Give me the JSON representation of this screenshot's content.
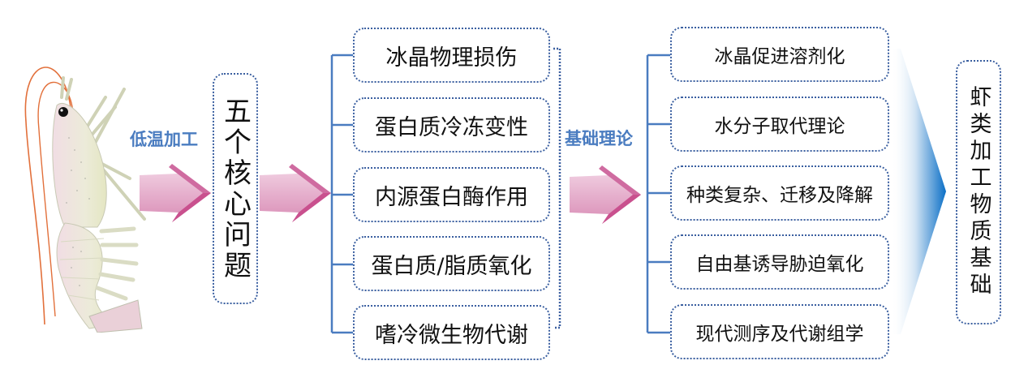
{
  "shrimp_illustration": {
    "subject": "shrimp"
  },
  "stage1": {
    "label": "低温加工"
  },
  "core_box": {
    "text": "五个核心问题"
  },
  "problems": [
    {
      "text": "冰晶物理损伤"
    },
    {
      "text": "蛋白质冷冻变性"
    },
    {
      "text": "内源蛋白酶作用"
    },
    {
      "text": "蛋白质/脂质氧化"
    },
    {
      "text": "嗜冷微生物代谢"
    }
  ],
  "stage2": {
    "label": "基础理论"
  },
  "theories": [
    {
      "text": "冰晶促进溶剂化"
    },
    {
      "text": "水分子取代理论"
    },
    {
      "text": "种类复杂、迁移及降解"
    },
    {
      "text": "自由基诱导胁迫氧化"
    },
    {
      "text": "现代测序及代谢组学"
    }
  ],
  "result_box": {
    "text": "虾类加工物质基础"
  },
  "colors": {
    "bracket_blue": "#4a7cc0",
    "dotted_border": "#3a5fa0",
    "arrow_pink_light": "#f2d3e3",
    "arrow_pink_dark": "#c9508e",
    "chevron_blue": "#0b6fc6"
  }
}
